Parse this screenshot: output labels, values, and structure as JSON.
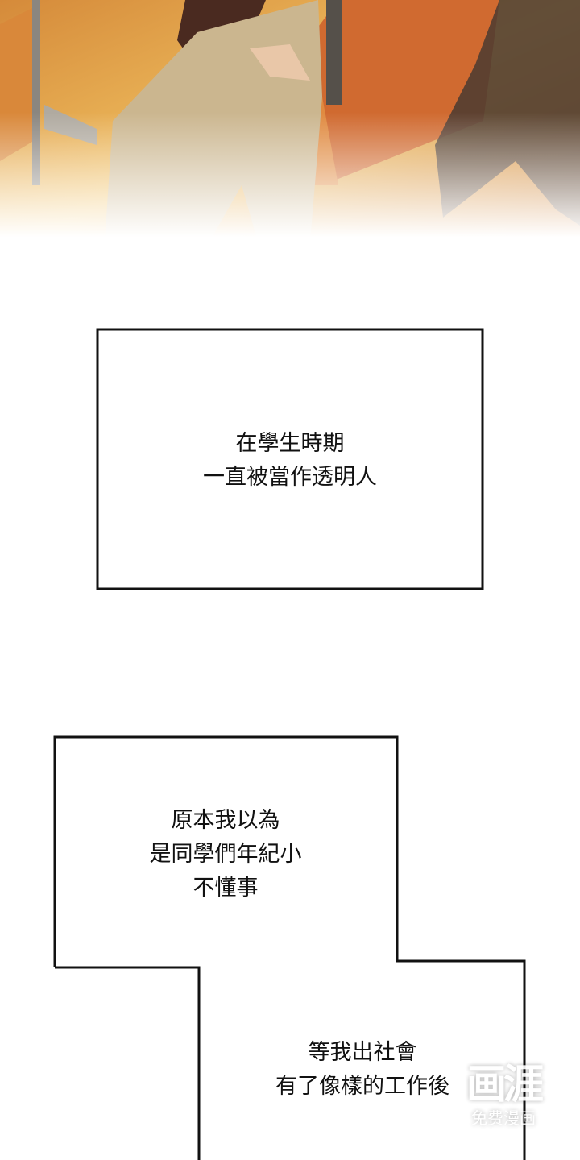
{
  "captions": {
    "panel1": {
      "lines": [
        "在學生時期",
        "一直被當作透明人"
      ]
    },
    "panel2": {
      "lines": [
        "原本我以為",
        "是同學們年紀小",
        "不懂事"
      ]
    },
    "panel3": {
      "lines": [
        "等我出社會",
        "有了像樣的工作後"
      ]
    }
  },
  "watermark": {
    "logo": "画涯",
    "subtitle": "免费漫画"
  },
  "colors": {
    "floor": "#e8a04a",
    "chair": "#d9783a",
    "pants": "#c9b48e",
    "jacket": "#4a2a20",
    "border": "#111111"
  }
}
